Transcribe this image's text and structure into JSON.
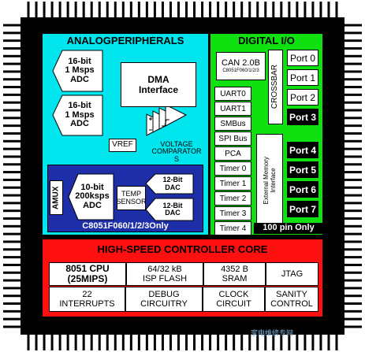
{
  "analog": {
    "title": "ANALOGPERIPHERALS",
    "adc1": "16-bit\n1 Msps\nADC",
    "adc2": "16-bit\n1 Msps\nADC",
    "dma": "DMA\nInterface",
    "vref": "VREF",
    "comparator": "VOLTAGE\nCOMPARATOR\nS",
    "amux": "AMUX",
    "adc3": "10-bit\n200ksps\nADC",
    "temp": "TEMP\nSENSOR",
    "dac1": "12-Bit\nDAC",
    "dac2": "12-Bit\nDAC",
    "footer": "C8051F060/1/2/3Only"
  },
  "digital": {
    "title": "DIGITAL I/O",
    "can": "CAN 2.0B",
    "can_sub": "C8051F060/1/2/3",
    "crossbar": "CROSSBAR",
    "peripherals": [
      "UART0",
      "UART1",
      "SMBus",
      "SPI Bus",
      "PCA",
      "Timer 0",
      "Timer 1",
      "Timer 2",
      "Timer 3",
      "Timer 4"
    ],
    "ports_top": [
      "Port 0",
      "Port 1",
      "Port 2",
      "Port 3"
    ],
    "ports_bottom": [
      "Port 4",
      "Port 5",
      "Port 6",
      "Port 7"
    ],
    "emi": "External Memory\nInterface",
    "footer": "100 pin Only"
  },
  "core": {
    "title": "HIGH-SPEED CONTROLLER CORE",
    "row1": [
      "8051 CPU\n(25MIPS)",
      "64/32 kB\nISP FLASH",
      "4352 B\nSRAM",
      "JTAG"
    ],
    "row2": [
      "22\nINTERRUPTS",
      "DEBUG\nCIRCUITRY",
      "CLOCK\nCIRCUIT",
      "SANITY\nCONTROL"
    ]
  },
  "watermark": "家电维修专网",
  "colors": {
    "analog": "#00e5ee",
    "analog_inner": "#1e2ea8",
    "digital": "#10e010",
    "core": "#ff1010",
    "chip_frame": "#000000"
  }
}
